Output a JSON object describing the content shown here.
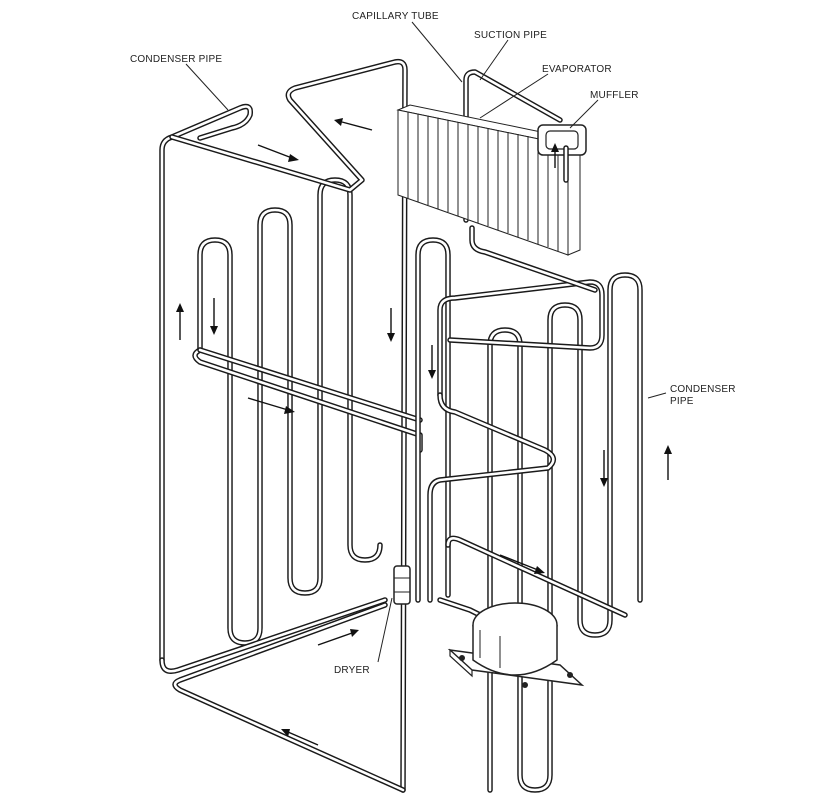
{
  "labels": {
    "capillary_tube": "CAPILLARY TUBE",
    "suction_pipe": "SUCTION PIPE",
    "evaporator": "EVAPORATOR",
    "muffler": "MUFFLER",
    "condenser_pipe_left": "CONDENSER PIPE",
    "condenser_pipe_right_line1": "CONDENSER",
    "condenser_pipe_right_line2": "PIPE",
    "dryer": "DRYER"
  },
  "components": [
    "condenser-pipe",
    "capillary-tube",
    "suction-pipe",
    "evaporator",
    "muffler",
    "dryer",
    "compressor"
  ],
  "colors": {
    "line": "#1a1a1a",
    "background": "#ffffff"
  }
}
